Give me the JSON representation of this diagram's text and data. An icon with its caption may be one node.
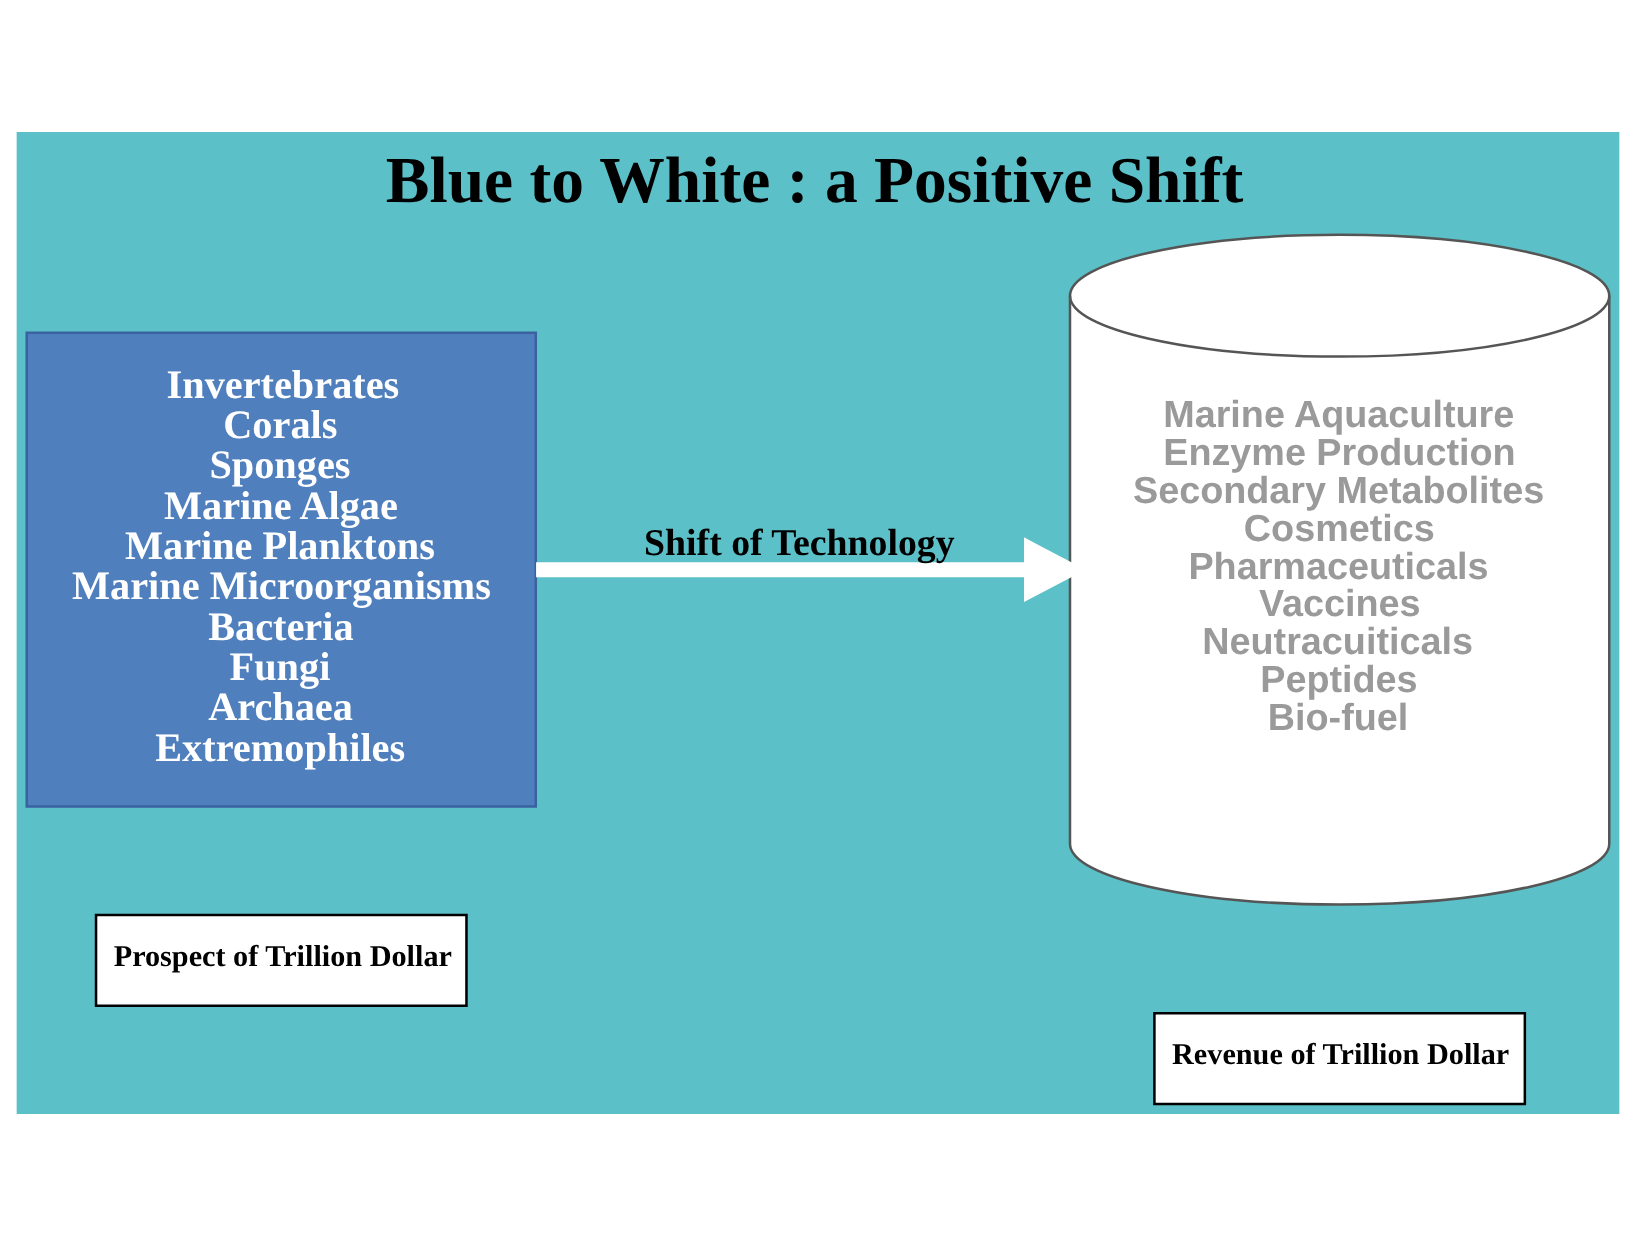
{
  "diagram": {
    "title": "Blue to White : a Positive Shift",
    "nodes": [
      {
        "text": [
          "Invertebrates",
          "Corals",
          "Sponges",
          "Marine Algae",
          "Marine Planktons",
          "Marine Microorganisms",
          "Bacteria",
          "Fungi",
          "Archaea",
          "Extremophiles"
        ]
      },
      {
        "text": [
          "Marine Aquaculture",
          "Enzyme Production",
          "Secondary Metabolites",
          "Cosmetics",
          "Pharmaceuticals",
          "Vaccines",
          "Neutracuiticals",
          "Peptides",
          "Bio-fuel"
        ]
      },
      {
        "text": [
          "Prospect of Trillion Dollar"
        ]
      },
      {
        "text": [
          "Revenue of Trillion Dollar"
        ]
      }
    ],
    "edges": [
      {
        "from": 0,
        "to": 1,
        "arrow": "to",
        "label": "Shift of Technology"
      }
    ]
  }
}
